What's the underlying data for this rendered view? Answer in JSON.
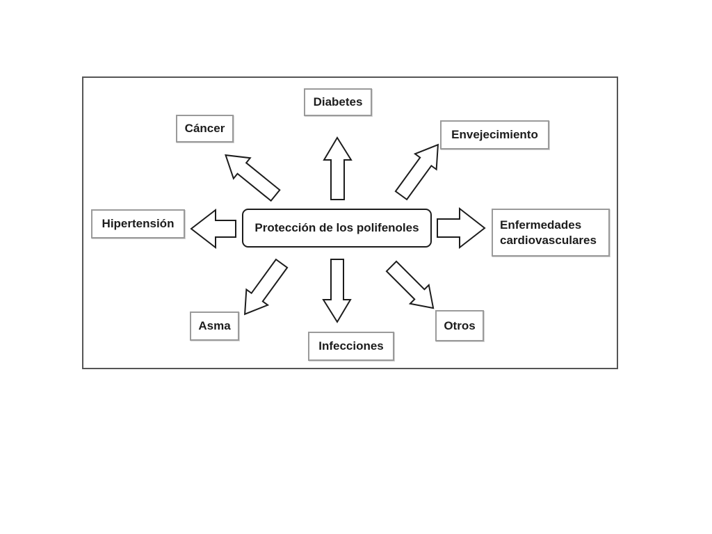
{
  "center": {
    "label": "Protección de los polifenoles"
  },
  "targets": {
    "diabetes": "Diabetes",
    "cancer": "Cáncer",
    "envejecimiento": "Envejecimiento",
    "hipertension": "Hipertensión",
    "enfermedades": [
      "Enfermedades",
      "cardiovasculares"
    ],
    "asma": "Asma",
    "infecciones": "Infecciones",
    "otros": "Otros"
  },
  "colors": {
    "line": "#1c1c1c",
    "box_border": "#9a9a9a",
    "frame_border": "#555555",
    "background": "#ffffff"
  }
}
